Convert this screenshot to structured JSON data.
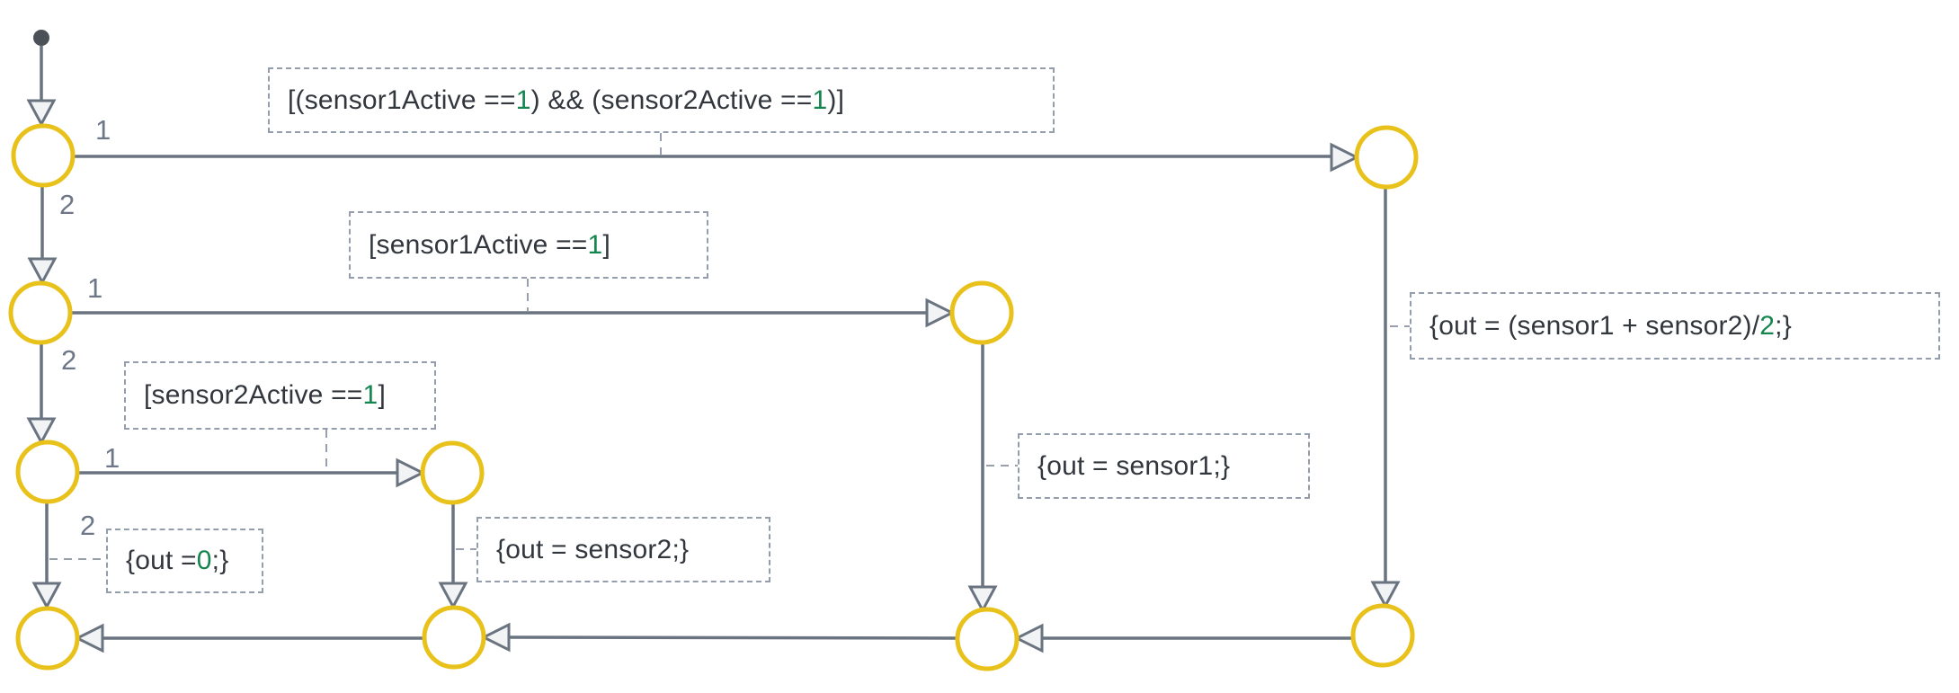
{
  "colors": {
    "junction_stroke": "#E9C11B",
    "transition_line": "#6A7380",
    "arrowhead_fill": "#F2F3F5",
    "start_dot": "#4C5158",
    "label_text": "#32363D",
    "number_literal_green": "#15854F",
    "order_label_gray": "#6E7787",
    "dashed_connector": "#98A0AD"
  },
  "order_labels": [
    {
      "id": "top-junction-branch-1",
      "text": "1"
    },
    {
      "id": "top-junction-branch-2",
      "text": "2"
    },
    {
      "id": "row2-junction-branch-1",
      "text": "1"
    },
    {
      "id": "row2-junction-branch-2",
      "text": "2"
    },
    {
      "id": "row3-junction-branch-1",
      "text": "1"
    },
    {
      "id": "row3-junction-branch-2",
      "text": "2"
    }
  ],
  "conditions": {
    "both_sensors": {
      "segments": [
        {
          "text": "[(sensor1Active == "
        },
        {
          "text": "1",
          "green": true
        },
        {
          "text": ") && (sensor2Active == "
        },
        {
          "text": "1",
          "green": true
        },
        {
          "text": ")]"
        }
      ]
    },
    "sensor1": {
      "segments": [
        {
          "text": "[sensor1Active == "
        },
        {
          "text": "1",
          "green": true
        },
        {
          "text": "]"
        }
      ]
    },
    "sensor2": {
      "segments": [
        {
          "text": "[sensor2Active == "
        },
        {
          "text": "1",
          "green": true
        },
        {
          "text": "]"
        }
      ]
    }
  },
  "actions": {
    "average": {
      "segments": [
        {
          "text": "{out = (sensor1 + sensor2)/"
        },
        {
          "text": "2",
          "green": true
        },
        {
          "text": ";}"
        }
      ]
    },
    "sensor1": {
      "segments": [
        {
          "text": "{out = sensor1;}"
        }
      ]
    },
    "sensor2": {
      "segments": [
        {
          "text": "{out = sensor2;}"
        }
      ]
    },
    "zero": {
      "segments": [
        {
          "text": "{out = "
        },
        {
          "text": "0",
          "green": true
        },
        {
          "text": ";}"
        }
      ]
    }
  }
}
